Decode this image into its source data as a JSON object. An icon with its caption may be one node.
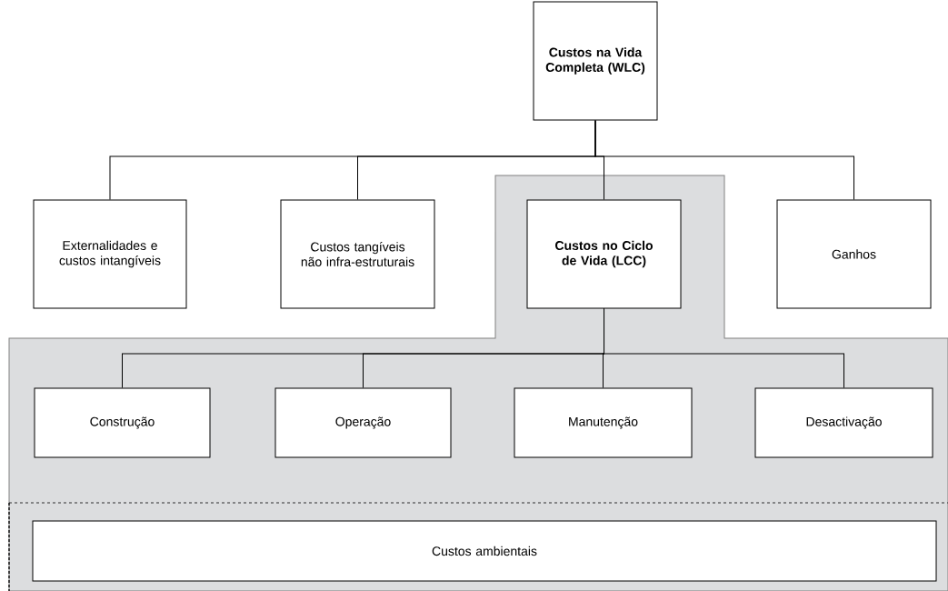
{
  "diagram": {
    "nodes": [
      {
        "text": [
          "Custos na Vida Completa (WLC)"
        ]
      },
      {
        "text": [
          "Externalidades e custos intangíveis"
        ]
      },
      {
        "text": [
          "Custos tangíveis não infra-estruturais"
        ]
      },
      {
        "text": [
          "Custos no Ciclo de Vida (LCC)"
        ]
      },
      {
        "text": [
          "Ganhos"
        ]
      },
      {
        "text": [
          "Construção"
        ]
      },
      {
        "text": [
          "Operação"
        ]
      },
      {
        "text": [
          "Manutenção"
        ]
      },
      {
        "text": [
          "Desactivação"
        ]
      },
      {
        "text": [
          "Custos ambientais"
        ]
      }
    ],
    "edges": [
      {
        "from": 0,
        "to": 1,
        "arrow": "none"
      },
      {
        "from": 0,
        "to": 2,
        "arrow": "none"
      },
      {
        "from": 0,
        "to": 3,
        "arrow": "none"
      },
      {
        "from": 0,
        "to": 4,
        "arrow": "none"
      },
      {
        "from": 3,
        "to": 5,
        "arrow": "none"
      },
      {
        "from": 3,
        "to": 6,
        "arrow": "none"
      },
      {
        "from": 3,
        "to": 7,
        "arrow": "none"
      },
      {
        "from": 3,
        "to": 8,
        "arrow": "none"
      }
    ]
  }
}
